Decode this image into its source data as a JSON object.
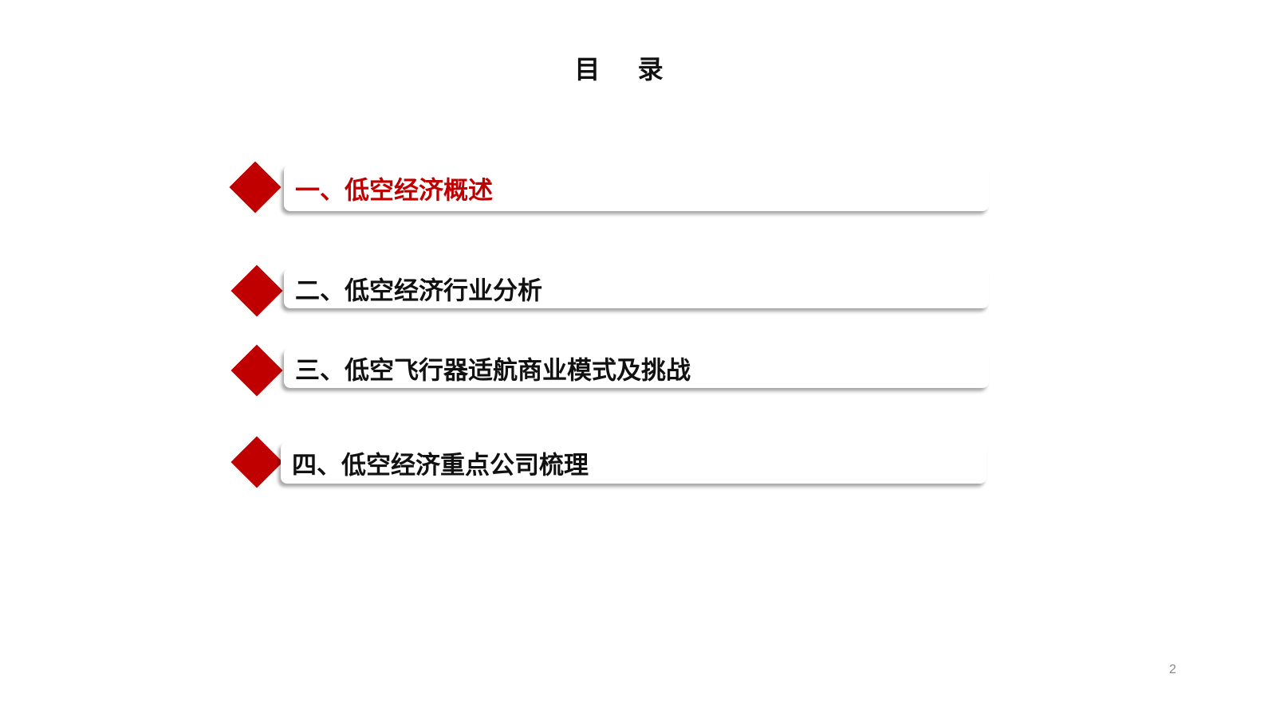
{
  "title": "目录",
  "title_display": "目 录",
  "items": [
    {
      "label": "一、低空经济概述",
      "active": true
    },
    {
      "label": "二、低空经济行业分析",
      "active": false
    },
    {
      "label": "三、低空飞行器适航商业模式及挑战",
      "active": false
    },
    {
      "label": "四、低空经济重点公司梳理",
      "active": false
    }
  ],
  "page_number": "2",
  "colors": {
    "accent": "#C00000",
    "text": "#111111"
  }
}
